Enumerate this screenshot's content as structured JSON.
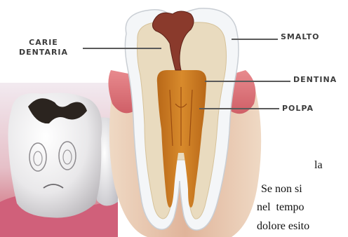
{
  "labels": {
    "carie": "CARIE\nDENTARIA",
    "smalto": "SMALTO",
    "dentina": "DENTINA",
    "polpa": "POLPA"
  },
  "text_lines": [
    "la",
    "Se non si",
    "nel tempo",
    "dolore esito"
  ],
  "colors": {
    "enamel": "#f3f5f7",
    "dentin": "#e8d9bd",
    "pulp": "#c8761e",
    "caries": "#8a3a2c",
    "gum": "#dc6f73",
    "bone": "#e2b8a1"
  }
}
